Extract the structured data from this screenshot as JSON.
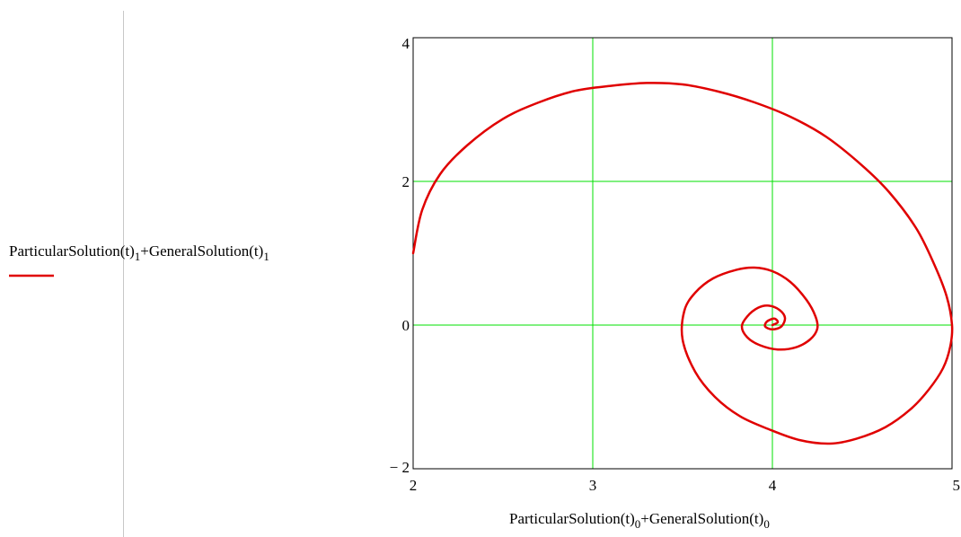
{
  "chart_data": {
    "type": "line",
    "ylabel_parts": [
      "ParticularSolution(t)",
      "1",
      "+GeneralSolution(t)",
      "1"
    ],
    "xlabel_parts": [
      "ParticularSolution(t)",
      "0",
      "+GeneralSolution(t)",
      "0"
    ],
    "xlim": [
      2,
      5
    ],
    "ylim": [
      -2,
      4
    ],
    "x_ticks": [
      {
        "value": 2,
        "label": "2"
      },
      {
        "value": 3,
        "label": "3"
      },
      {
        "value": 4,
        "label": "4"
      },
      {
        "value": 5,
        "label": "5"
      }
    ],
    "y_ticks": [
      {
        "value": -2,
        "label": "− 2"
      },
      {
        "value": 0,
        "label": "0"
      },
      {
        "value": 2,
        "label": "2"
      },
      {
        "value": 4,
        "label": "4"
      }
    ],
    "grid": true,
    "grid_color": "#00e000",
    "series": [
      {
        "color": "#e00000",
        "x": [
          2.0,
          2.05,
          2.15,
          2.3,
          2.5,
          2.7,
          2.9,
          3.1,
          3.3,
          3.5,
          3.7,
          3.9,
          4.1,
          4.3,
          4.5,
          4.65,
          4.8,
          4.9,
          4.97,
          5.0,
          4.99,
          4.95,
          4.87,
          4.77,
          4.63,
          4.47,
          4.32,
          4.15,
          3.98,
          3.82,
          3.68,
          3.57,
          3.5,
          3.51,
          3.57,
          3.67,
          3.8,
          3.9,
          4.0,
          4.1,
          4.19,
          4.24,
          4.25,
          4.21,
          4.13,
          4.03,
          3.93,
          3.86,
          3.83,
          3.86,
          3.92,
          3.98,
          4.04,
          4.07,
          4.05,
          4.0,
          3.96,
          3.97,
          4.01,
          4.03,
          4.0
        ],
        "y": [
          1.0,
          1.6,
          2.1,
          2.5,
          2.87,
          3.1,
          3.26,
          3.33,
          3.37,
          3.35,
          3.25,
          3.1,
          2.9,
          2.62,
          2.22,
          1.85,
          1.35,
          0.85,
          0.4,
          0.0,
          -0.3,
          -0.6,
          -0.9,
          -1.17,
          -1.42,
          -1.58,
          -1.65,
          -1.6,
          -1.45,
          -1.27,
          -1.0,
          -0.65,
          -0.2,
          0.2,
          0.45,
          0.65,
          0.77,
          0.8,
          0.75,
          0.6,
          0.35,
          0.12,
          -0.05,
          -0.2,
          -0.31,
          -0.34,
          -0.28,
          -0.17,
          -0.02,
          0.12,
          0.24,
          0.27,
          0.21,
          0.1,
          -0.02,
          -0.06,
          -0.02,
          0.05,
          0.09,
          0.04,
          0.0
        ]
      }
    ]
  }
}
